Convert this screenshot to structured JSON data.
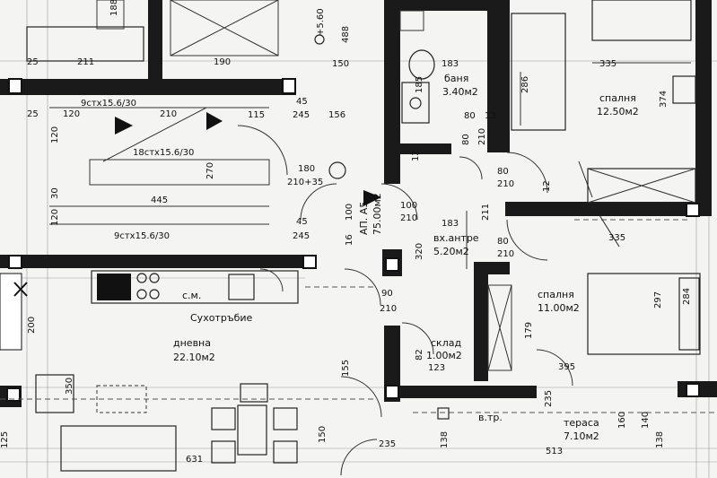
{
  "rooms": {
    "bathroom": {
      "name": "баня",
      "area": "3.40м2"
    },
    "bedroom1": {
      "name": "спалня",
      "area": "12.50м2"
    },
    "bedroom2": {
      "name": "спалня",
      "area": "11.00м2"
    },
    "entrance": {
      "name": "вх.антре",
      "area": "5.20м2"
    },
    "storage": {
      "name": "склад",
      "area": "1.00м2"
    },
    "living": {
      "name": "дневна",
      "area": "22.10м2"
    },
    "terrace": {
      "name": "тераса",
      "area": "7.10м2"
    },
    "wc": {
      "name": "в.тр."
    }
  },
  "unit_label": "АП. А5",
  "unit_area": "75.00м2",
  "dryer_label": "Сухотръбие",
  "kitchen_label": "с.м.",
  "stairs": {
    "top": "9стх15.6/30",
    "mid": "18стх15.6/30",
    "bottom": "9стх15.6/30"
  },
  "dimensions": {
    "d188": "188",
    "d5_60": "+5.60",
    "d488": "488",
    "d211": "211",
    "d190": "190",
    "d150": "150",
    "d183a": "183",
    "d335a": "335",
    "d25": "25",
    "d120": "120",
    "d210": "210",
    "d115": "115",
    "d45": "45",
    "d245": "245",
    "d156": "156",
    "d185": "185",
    "d286": "286",
    "d374": "374",
    "d80": "80",
    "d13": "13",
    "d12": "12",
    "d270": "270",
    "d180": "180",
    "d210_35": "210+35",
    "d445": "445",
    "d100": "100",
    "d183b": "183",
    "d211b": "211",
    "d335b": "335",
    "d16": "16",
    "d320": "320",
    "d90": "90",
    "d284": "284",
    "d297": "297",
    "d179": "179",
    "d200": "200",
    "d350": "350",
    "d155": "155",
    "d82": "82",
    "d123": "123",
    "d395": "395",
    "d235": "235",
    "d160": "160",
    "d140": "140",
    "d631": "631",
    "d138": "138",
    "d513": "513",
    "d125": "125",
    "d30": "30"
  },
  "colors": {
    "wall": "#1a1a1a",
    "paper": "#f4f4f2",
    "line": "#333333"
  }
}
